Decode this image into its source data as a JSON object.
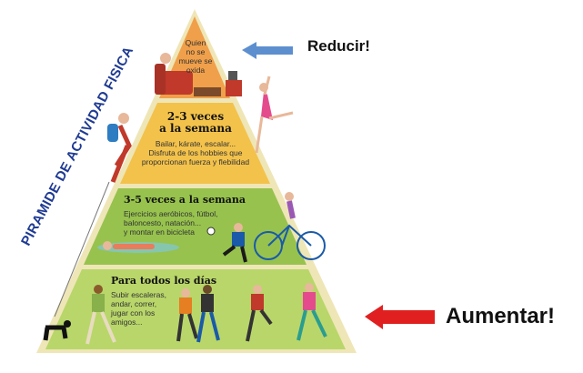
{
  "title": "PIRAMIDE DE ACTIVIDAD FISICA",
  "colors": {
    "top": "#f0a04a",
    "second": "#f3c24b",
    "third": "#97c24e",
    "base": "#b9d66a",
    "border": "#efe6b7",
    "arrow_reduce": "#5d8fcf",
    "arrow_increase": "#e02020"
  },
  "tiers": [
    {
      "heading": "",
      "description": [
        "Quien",
        "no se",
        "mueve se",
        "oxida"
      ]
    },
    {
      "heading": [
        "2-3 veces",
        "a la semana"
      ],
      "description": [
        "Bailar, kárate, escalar...",
        "Disfruta de los hobbies que",
        "proporcionan fuerza y flebilidad"
      ]
    },
    {
      "heading": [
        "3-5 veces a la semana"
      ],
      "description": [
        "Ejercicios aeróbicos, fútbol,",
        "baloncesto, natación...",
        "y montar en bicicleta"
      ]
    },
    {
      "heading": [
        "Para todos los días"
      ],
      "description": [
        "Subir escaleras,",
        "andar, correr,",
        "jugar con los",
        "amigos..."
      ]
    }
  ],
  "indicators": {
    "reduce": {
      "label": "Reducir!",
      "icon": "arrow-left-icon"
    },
    "increase": {
      "label": "Aumentar!",
      "icon": "arrow-left-icon"
    }
  }
}
